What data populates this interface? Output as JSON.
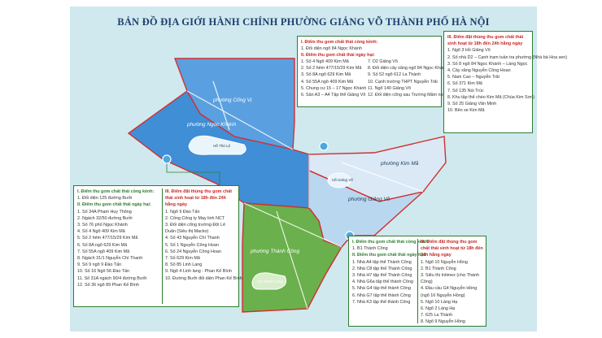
{
  "title": "BẢN ĐỒ ĐỊA GIỚI HÀNH CHÍNH PHƯỜNG GIẢNG VÕ THÀNH PHỐ HÀ NỘI",
  "colors": {
    "background": "#cfe9ee",
    "ngoc_khanh": "#3f8ed6",
    "cong_vi": "#5aa0e0",
    "kim_ma": "#dbe9f6",
    "giang_vo": "#b9d8f0",
    "thanh_cong": "#6ab04c",
    "boundary": "#d32f2f"
  },
  "wards": {
    "cong_vi": "phường Cống Vị",
    "ngoc_khanh": "phường Ngọc Khánh",
    "kim_ma": "phường Kim Mã",
    "giang_vo": "phường Giảng Võ",
    "thanh_cong": "phường Thành Công",
    "lake_ngoc_khanh": "Hồ Thủ Lệ",
    "lake_giang_vo": "Hồ Giảng Võ",
    "lake_thanh_cong": "Hồ Thành Công"
  },
  "top_box": {
    "h1": "I. Điểm thu gom chất thải cồng kềnh:",
    "h1_items": [
      "1. Đối diện ngõ 84 Ngọc Khánh"
    ],
    "h2": "II. Điểm thu gom chất thải ngày hại:",
    "left_items": [
      "1. Số 4 Ngõ 409 Kim Mã",
      "2. Số 2 hẻm 477/15/29 Kim Mã",
      "3. Số 8A ngõ 629 Kim Mã",
      "4. Số 55A ngõ 409 Kim Mã",
      "5. Chung cư 15 – 17 Ngọc Khánh",
      "6. Sân A3 – A4 Tập thể Giảng Võ"
    ],
    "right_items": [
      "7. D2 Giảng Võ",
      "8. Đối diện cây xăng ngõ 84 Ngọc Khánh",
      "9. Số 52 ngõ 612 La Thành",
      "10. Cạnh trường THPT Nguyễn Trãi",
      "11. Ngõ 140 Giảng Võ",
      "12. Đối diện cổng sau Trường Mầm non Hoa Sen"
    ]
  },
  "right_box": {
    "h": "III. Điểm đặt thùng thu gom chất thải sinh hoạt từ 18h đến 24h hằng ngày",
    "items": [
      "1. Ngõ 3 Hồ Giảng Võ",
      "2. Số nhà D2 – Cạnh trạm tuần tra phường (Nhà bà Hoa sen)",
      "3. Số 8 ngõ 84 Ngọc Khánh – Láng Ngọc",
      "4. Cây xăng Nguyễn Công Hoan",
      "5. Nam Cao – Nguyễn Trãi",
      "6. Số 371 Kim Mã",
      "7. Số 135 Núi Trúc",
      "8. Khu tập thể chéo Kim Mã (Chùa Kim Sơn)",
      "9. Số 25 Giảng Văn Minh",
      "10. Bên xe Kim Mã"
    ]
  },
  "left_box": {
    "h1": "I. Điểm thu gom chất thải cồng kềnh:",
    "h1_items": [
      "1. Đối diện 125 đường Bưởi"
    ],
    "h2": "II. Điểm thu gom chất thải ngày hại:",
    "items": [
      "1. Số 34A Phạm Huy Thông",
      "2. Ngách 32/50 đường Bưởi",
      "3. Số 76 phố Ngọc Khánh",
      "4. Số 4 Ngõ 409 Kim Mã",
      "5. Số 2 hẻm 477/15/29 Kim Mã",
      "6. Số 8A ngõ 629 Kim Mã",
      "7. Số 55A ngõ 409 Kim Mã",
      "8. Ngách 31/1 Nguyễn Chí Thanh",
      "9. Số 9 ngõ 9 Đào Tấn",
      "10. Số 16 Ngõ 56 Đào Tấn",
      "11. Số 31A ngách 90/4 đường Bưởi",
      "12. Số 36 ngõ 89 Phan Kế Bính"
    ],
    "h3": "III. Điểm đặt thùng thu gom chất thải sinh hoạt từ 18h đến 24h hằng ngày",
    "h3_items": [
      "1. Ngõ 9 Đào Tấn",
      "2. Cổng Công ty May linh NCT",
      "3. Đối diện cổng trường Đội Lê Duẩn (Siêu thị Macko)",
      "4. Số 43 Nguyễn Chí Thanh",
      "5. Số 1 Nguyễn Công Hoan",
      "6. Số 24 Nguyễn Công Hoan",
      "7. Số 629 Kim Mã",
      "8. Số 85 Linh Lang",
      "9. Ngõ 4 Linh lang - Phan Kế Bính",
      "10. Đường Bưởi đối diện Phan Kế Bính"
    ]
  },
  "bottom_box": {
    "h1": "I. Điểm thu gom chất thải cồng kềnh:",
    "h1_items": [
      "1. B1 Thành Công"
    ],
    "h2": "II. Điểm thu gom chất thải ngày hại:",
    "left_items": [
      "1. Nhà A4 tập thể Thành Công",
      "2. Nhà C8 tập thể Thành Công",
      "3. Nhà H7 tập thể Thành Công",
      "4. Nhà G6a tập thể thành Công",
      "5. Nhà G4 tập thể thành Công",
      "6. Nhà G7 tập thể thành Công",
      "7. Nhà K3 tập thể thành Công"
    ],
    "h3": "III. Điểm đặt thùng thu gom chất thải sinh hoạt từ 18h đến 24h hằng ngày",
    "right_items": [
      "1. Ngõ 10 Nguyễn Hồng",
      "2. B1 Thành Công",
      "3. Siêu thị Intimex (chợ Thành Công)",
      "4. Đầu cầu G4 Nguyễn Hồng (ngõ 16 Nguyễn Hồng)",
      "5. Ngõ 10 Láng Hạ",
      "6. Ngõ 2 Láng Hạ",
      "7. 625 La Thành",
      "8. Ngõ 9 Nguyễn Hồng"
    ]
  }
}
